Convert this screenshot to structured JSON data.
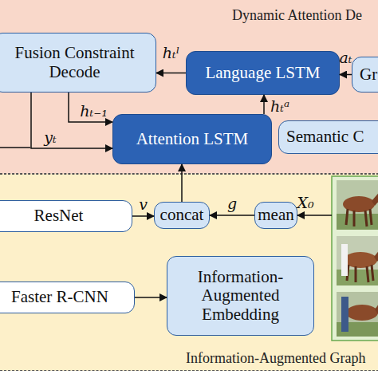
{
  "diagram": {
    "nodes": [
      {
        "text": [
          "Dynamic Attention De"
        ]
      },
      {
        "text": [
          "Fusion Constraint Decode"
        ],
        "in": 0
      },
      {
        "text": [
          "Language LSTM"
        ],
        "in": 0
      },
      {
        "text": [
          "Gr"
        ],
        "in": 0
      },
      {
        "text": [
          "Attention LSTM"
        ],
        "in": 0
      },
      {
        "text": [
          "Semantic C"
        ],
        "in": 0
      },
      {
        "text": [
          "Information-Augmented Graph"
        ]
      },
      {
        "text": [
          "ResNet"
        ],
        "in": 6
      },
      {
        "text": [
          "concat"
        ],
        "in": 6
      },
      {
        "text": [
          "mean"
        ],
        "in": 6
      },
      {
        "text": [
          "Faster R-CNN"
        ],
        "in": 6
      },
      {
        "text": [
          "Information-Augmented Embedding"
        ],
        "in": 6
      }
    ],
    "edges": [
      {
        "from": 3,
        "to": 2,
        "arrow": "to",
        "label": "aₜ"
      },
      {
        "from": 2,
        "to": 1,
        "arrow": "to",
        "label": "hₜˡ"
      },
      {
        "from": 1,
        "to": 4,
        "arrow": "to",
        "label": "hₜ₋₁"
      },
      {
        "from": 1,
        "to": 4,
        "arrow": "to",
        "label": "yₜ"
      },
      {
        "from": 4,
        "to": 2,
        "arrow": "to",
        "label": "hₜᵃ"
      },
      {
        "from": 7,
        "to": 8,
        "arrow": "to",
        "label": "v"
      },
      {
        "from": 9,
        "to": 8,
        "arrow": "to",
        "label": "g"
      },
      {
        "from": 8,
        "to": 4,
        "arrow": "to"
      },
      {
        "from": 10,
        "to": 11,
        "arrow": "to"
      }
    ],
    "labels": [
      "X₀"
    ]
  }
}
